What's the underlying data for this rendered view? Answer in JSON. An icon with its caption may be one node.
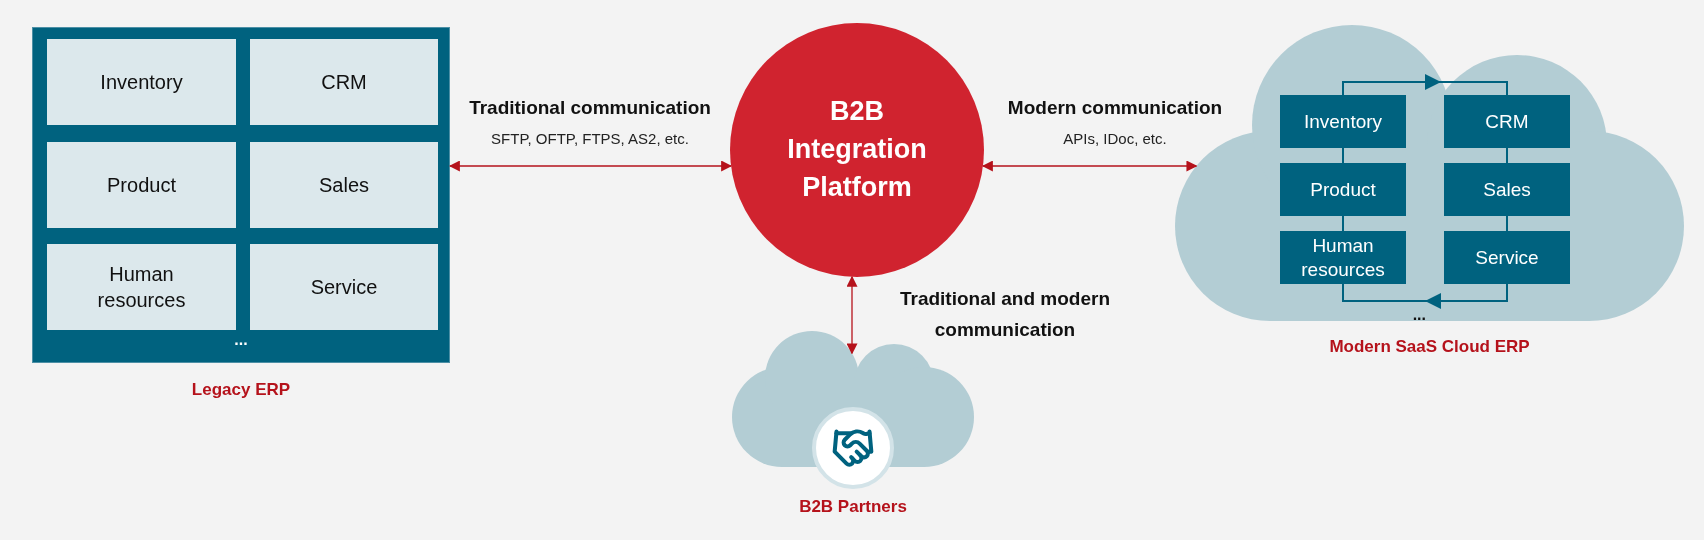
{
  "diagram": {
    "nodes": [
      {
        "text": [
          "...",
          "Legacy ERP"
        ]
      },
      {
        "text": [
          "Inventory"
        ],
        "in": 0
      },
      {
        "text": [
          "CRM"
        ],
        "in": 0
      },
      {
        "text": [
          "Product"
        ],
        "in": 0
      },
      {
        "text": [
          "Sales"
        ],
        "in": 0
      },
      {
        "text": [
          "Human resources"
        ],
        "in": 0
      },
      {
        "text": [
          "Service"
        ],
        "in": 0
      },
      {
        "text": [
          "B2B Integration Platform"
        ]
      },
      {
        "text": [
          "...",
          "Modern SaaS Cloud ERP"
        ]
      },
      {
        "text": [
          "Inventory"
        ],
        "in": 8
      },
      {
        "text": [
          "CRM"
        ],
        "in": 8
      },
      {
        "text": [
          "Product"
        ],
        "in": 8
      },
      {
        "text": [
          "Sales"
        ],
        "in": 8
      },
      {
        "text": [
          "Human resources"
        ],
        "in": 8
      },
      {
        "text": [
          "Service"
        ],
        "in": 8
      },
      {
        "text": [
          "B2B Partners"
        ]
      }
    ],
    "edges": [
      {
        "from": 0,
        "to": 7,
        "arrow": "both",
        "label": "Traditional communication",
        "color": "#b5121b"
      },
      {
        "from": 7,
        "to": 8,
        "arrow": "both",
        "label": "Modern communication",
        "color": "#b5121b"
      },
      {
        "from": 7,
        "to": 15,
        "arrow": "both",
        "label": "Traditional and modern communication",
        "color": "#b5121b"
      },
      {
        "from": 9,
        "to": 11,
        "arrow": "none"
      },
      {
        "from": 11,
        "to": 13,
        "arrow": "none"
      },
      {
        "from": 10,
        "to": 12,
        "arrow": "none"
      },
      {
        "from": 12,
        "to": 14,
        "arrow": "none"
      },
      {
        "from": 9,
        "to": 10,
        "arrow": "to"
      },
      {
        "from": 14,
        "to": 13,
        "arrow": "to"
      }
    ],
    "labels": [
      "SFTP, OFTP, FTPS, AS2, etc.",
      "APIs, IDoc, etc."
    ]
  }
}
